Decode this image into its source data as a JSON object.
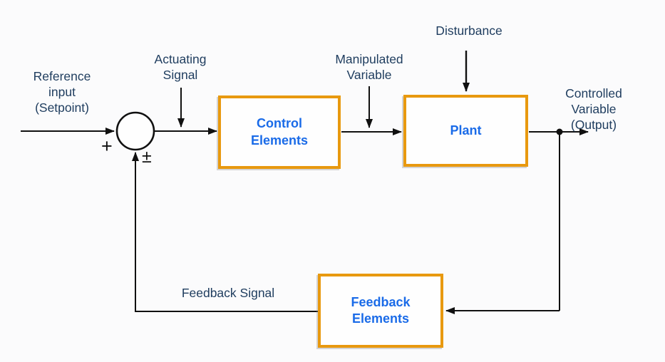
{
  "diagram": {
    "type": "control-system-block-diagram",
    "description": "Closed-loop feedback control system"
  },
  "labels": {
    "reference_input": "Reference\ninput\n(Setpoint)",
    "actuating_signal": "Actuating\nSignal",
    "manipulated_variable": "Manipulated\nVariable",
    "disturbance": "Disturbance",
    "controlled_variable": "Controlled\nVariable (Output)",
    "feedback_signal": "Feedback Signal",
    "plus_sign": "+",
    "plus_minus_sign": "±"
  },
  "blocks": {
    "control_elements": {
      "label": "Control\nElements"
    },
    "plant": {
      "label": "Plant"
    },
    "feedback_elements": {
      "label": "Feedback\nElements"
    }
  },
  "colors": {
    "block_border": "#E8990F",
    "block_text": "#1A6BE8",
    "label_text": "#1E3C5E",
    "line": "#101010",
    "background": "#FBFBFC"
  }
}
